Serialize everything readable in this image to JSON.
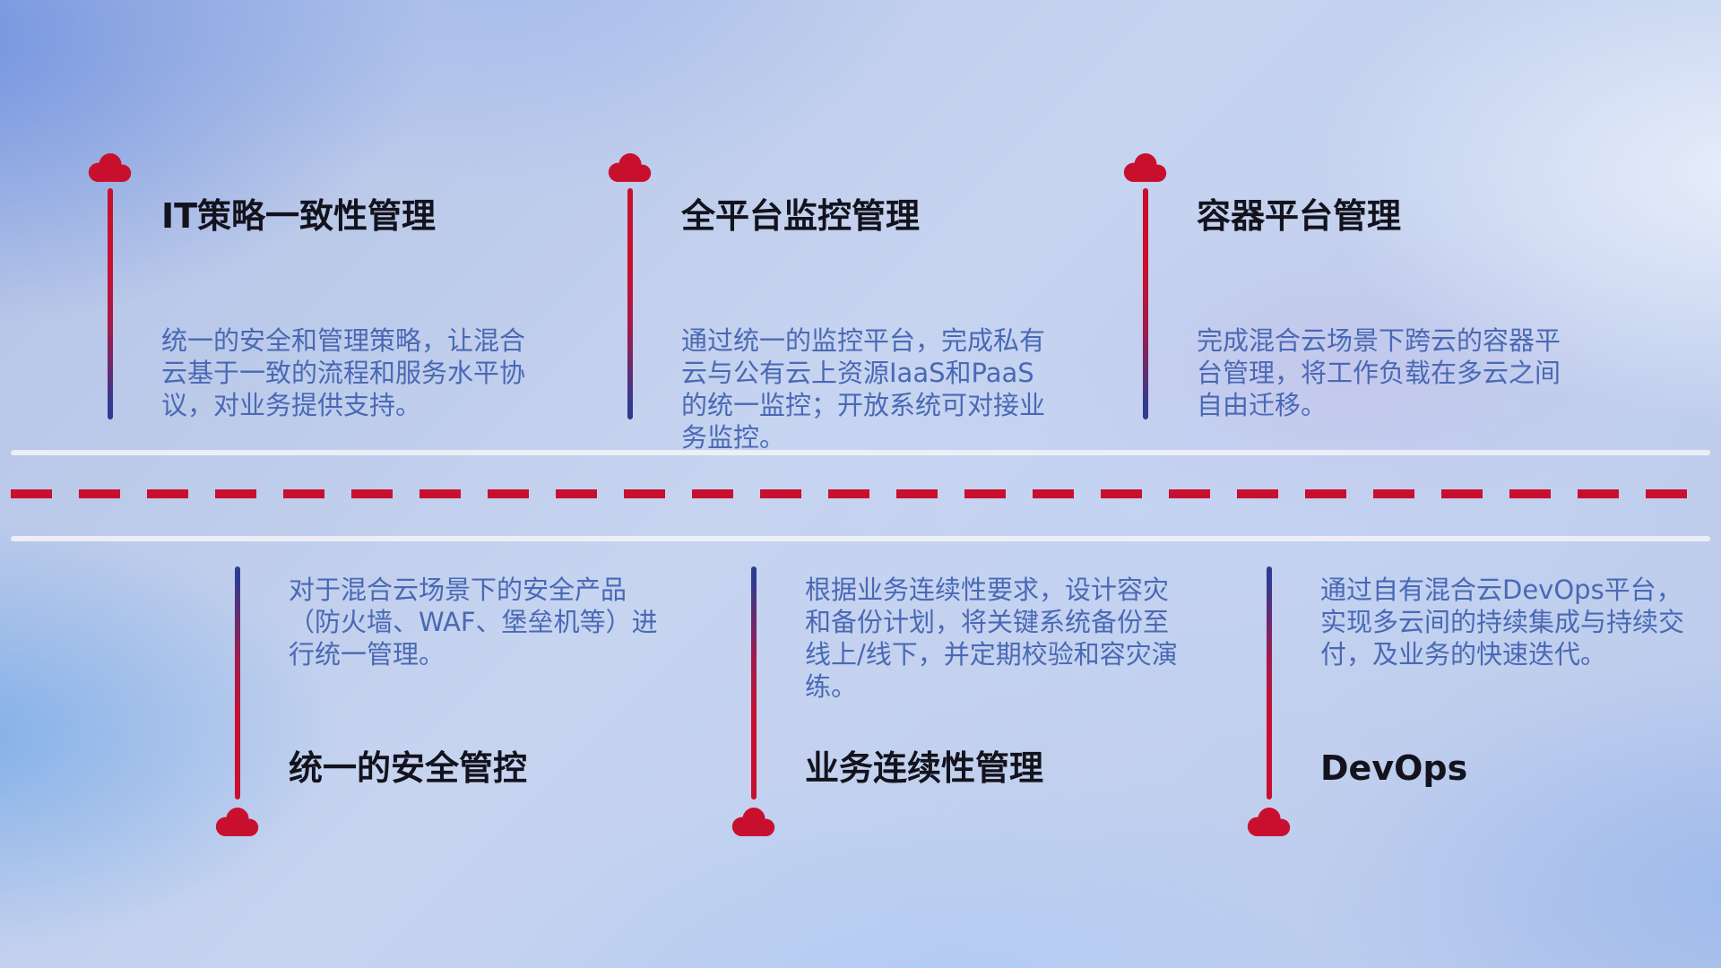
{
  "colors": {
    "cloud": "#c8102e",
    "dash": "#c8102e",
    "solid_line": "#f0f1f7",
    "title_text": "#13131d",
    "desc_text": "#4a69b4"
  },
  "top_items": [
    {
      "title": "IT策略一致性管理",
      "description": "统一的安全和管理策略，让混合云基于一致的流程和服务水平协议，对业务提供支持。"
    },
    {
      "title": "全平台监控管理",
      "description": "通过统一的监控平台，完成私有云与公有云上资源IaaS和PaaS的统一监控；开放系统可对接业务监控。"
    },
    {
      "title": "容器平台管理",
      "description": "完成混合云场景下跨云的容器平台管理，将工作负载在多云之间自由迁移。"
    }
  ],
  "bottom_items": [
    {
      "title": "统一的安全管控",
      "description": "对于混合云场景下的安全产品（防火墙、WAF、堡垒机等）进行统一管理。"
    },
    {
      "title": "业务连续性管理",
      "description": "根据业务连续性要求，设计容灾和备份计划，将关键系统备份至线上/线下，并定期校验和容灾演练。"
    },
    {
      "title": "DevOps",
      "description": "通过自有混合云DevOps平台，实现多云间的持续集成与持续交付，及业务的快速迭代。"
    }
  ]
}
